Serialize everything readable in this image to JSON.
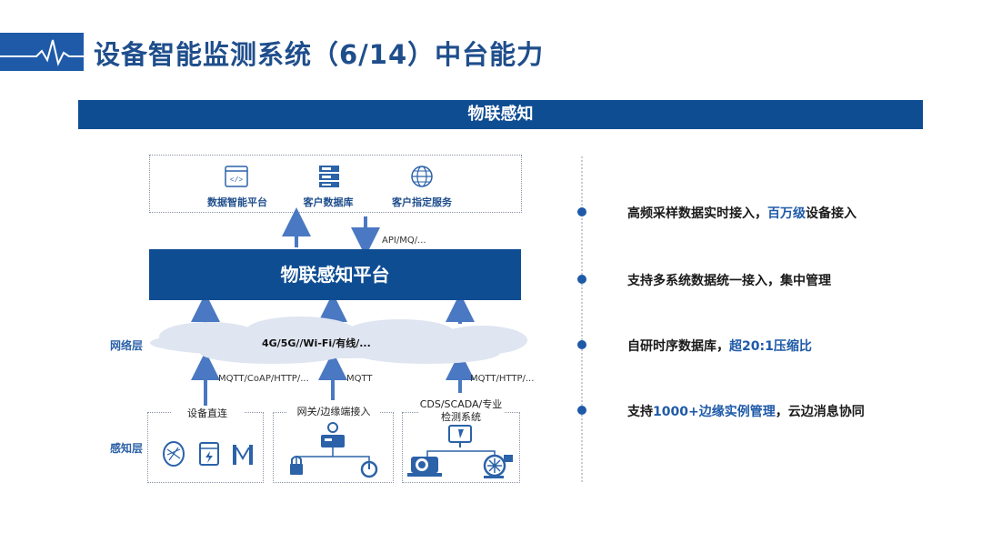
{
  "header": {
    "title": "设备智能监测系统（6/14）中台能力",
    "section_banner": "物联感知"
  },
  "apps": [
    {
      "icon": "code-window-icon",
      "label": "数据智能平台"
    },
    {
      "icon": "server-rack-icon",
      "label": "客户数据库"
    },
    {
      "icon": "globe-icon",
      "label": "客户指定服务"
    }
  ],
  "api_label": "API/MQ/...",
  "platform_label": "物联感知平台",
  "network": {
    "layer_label": "网络层",
    "cloud_label": "4G/5G//Wi-Fi/有线/...",
    "protocols": [
      "MQTT/CoAP/HTTP/...",
      "MQTT",
      "MQTT/HTTP/..."
    ]
  },
  "sensing": {
    "layer_label": "感知层",
    "groups": [
      {
        "title": "设备直连",
        "icons": [
          "sensor-icon",
          "meter-icon",
          "gate-icon"
        ]
      },
      {
        "title": "网关/边缘端接入",
        "icons": [
          "gateway-icon",
          "lock-icon",
          "gauge-icon"
        ]
      },
      {
        "title_line1": "CDS/SCADA/专业",
        "title_line2": "检测系统",
        "icons": [
          "motor-icon",
          "monitor-icon",
          "pump-icon"
        ]
      }
    ]
  },
  "features": [
    {
      "pre": "高频采样数据实时接入，",
      "highlight": "百万级",
      "post": "设备接入"
    },
    {
      "pre": "支持多系统数据统一接入，集中管理",
      "highlight": "",
      "post": ""
    },
    {
      "pre": "自研时序数据库，",
      "highlight": "超20:1压缩比",
      "post": ""
    },
    {
      "pre": "支持",
      "highlight": "1000+边缘实例管理",
      "post": "，云边消息协同"
    }
  ],
  "colors": {
    "primary": "#0f4d93",
    "accent": "#1f5aa8",
    "cloud": "#dfe5f1"
  }
}
